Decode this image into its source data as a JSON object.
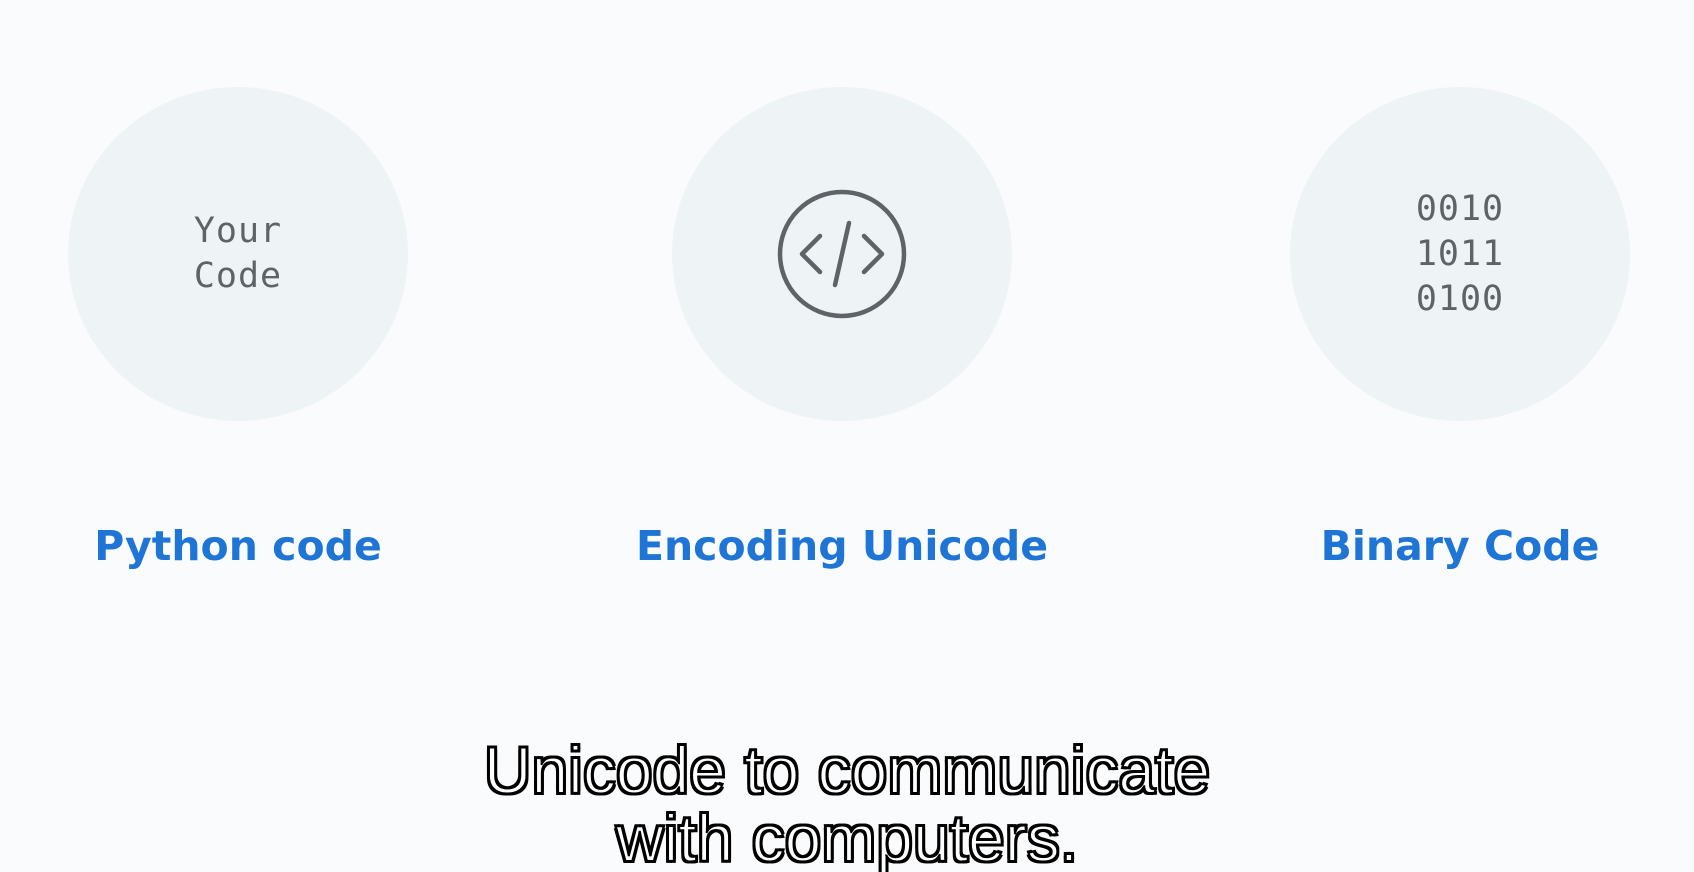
{
  "steps": [
    {
      "bubble_text": "Your\nCode",
      "label": "Python code"
    },
    {
      "icon": "code-brackets-icon",
      "label": "Encoding Unicode"
    },
    {
      "bubble_text": "0010\n1011\n0100",
      "label": "Binary Code"
    }
  ],
  "colors": {
    "background": "#fafbfc",
    "bubble": "#eef3f6",
    "label": "#1f75d6",
    "mono_text": "#5f6368"
  },
  "subtitle": {
    "line1": "Unicode to communicate",
    "line2": "with computers."
  }
}
